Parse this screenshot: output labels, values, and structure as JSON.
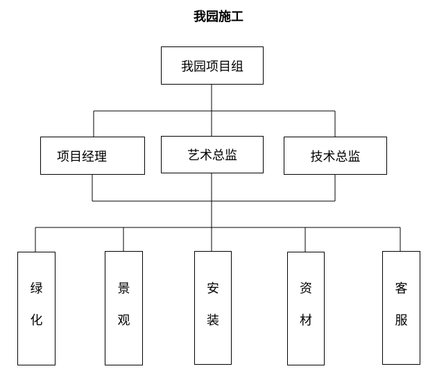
{
  "title": "我园施工",
  "root": {
    "label": "我园项目组"
  },
  "managers": [
    {
      "label": "项目经理"
    },
    {
      "label": "艺术总监"
    },
    {
      "label": "技术总监"
    }
  ],
  "departments": [
    {
      "chars": [
        "绿",
        "化"
      ]
    },
    {
      "chars": [
        "景",
        "观"
      ]
    },
    {
      "chars": [
        "安",
        "装"
      ]
    },
    {
      "chars": [
        "资",
        "材"
      ]
    },
    {
      "chars": [
        "客",
        "服"
      ]
    }
  ]
}
